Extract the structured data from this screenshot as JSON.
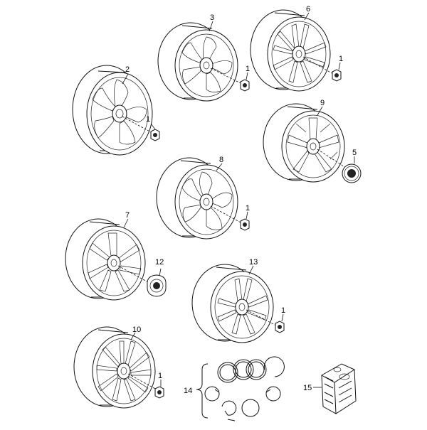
{
  "diagram": {
    "callouts": [
      {
        "id": "c1a",
        "text": "1"
      },
      {
        "id": "c1b",
        "text": "1"
      },
      {
        "id": "c1c",
        "text": "1"
      },
      {
        "id": "c1d",
        "text": "1"
      },
      {
        "id": "c1e",
        "text": "1"
      },
      {
        "id": "c1f",
        "text": "1"
      },
      {
        "id": "c2",
        "text": "2"
      },
      {
        "id": "c3",
        "text": "3"
      },
      {
        "id": "c5",
        "text": "5"
      },
      {
        "id": "c6",
        "text": "6"
      },
      {
        "id": "c7",
        "text": "7"
      },
      {
        "id": "c8",
        "text": "8"
      },
      {
        "id": "c9",
        "text": "9"
      },
      {
        "id": "c10",
        "text": "10"
      },
      {
        "id": "c12",
        "text": "12"
      },
      {
        "id": "c13",
        "text": "13"
      },
      {
        "id": "c14",
        "text": "14"
      },
      {
        "id": "c15",
        "text": "15"
      }
    ],
    "wheels": [
      {
        "part": "2",
        "style": "5-spoke-wide"
      },
      {
        "part": "3",
        "style": "5-spoke-wide"
      },
      {
        "part": "6",
        "style": "5-double-spoke"
      },
      {
        "part": "9",
        "style": "5-double-spoke-y"
      },
      {
        "part": "8",
        "style": "5-spoke-curved"
      },
      {
        "part": "7",
        "style": "7-spoke"
      },
      {
        "part": "13",
        "style": "5-double-spoke"
      },
      {
        "part": "10",
        "style": "10-spoke"
      }
    ],
    "parts": [
      {
        "part": "1",
        "name": "bolt-icon"
      },
      {
        "part": "5",
        "name": "center-cap-icon"
      },
      {
        "part": "12",
        "name": "center-cap-icon"
      },
      {
        "part": "14",
        "name": "ring-set-icon"
      },
      {
        "part": "15",
        "name": "package-icon"
      }
    ]
  }
}
